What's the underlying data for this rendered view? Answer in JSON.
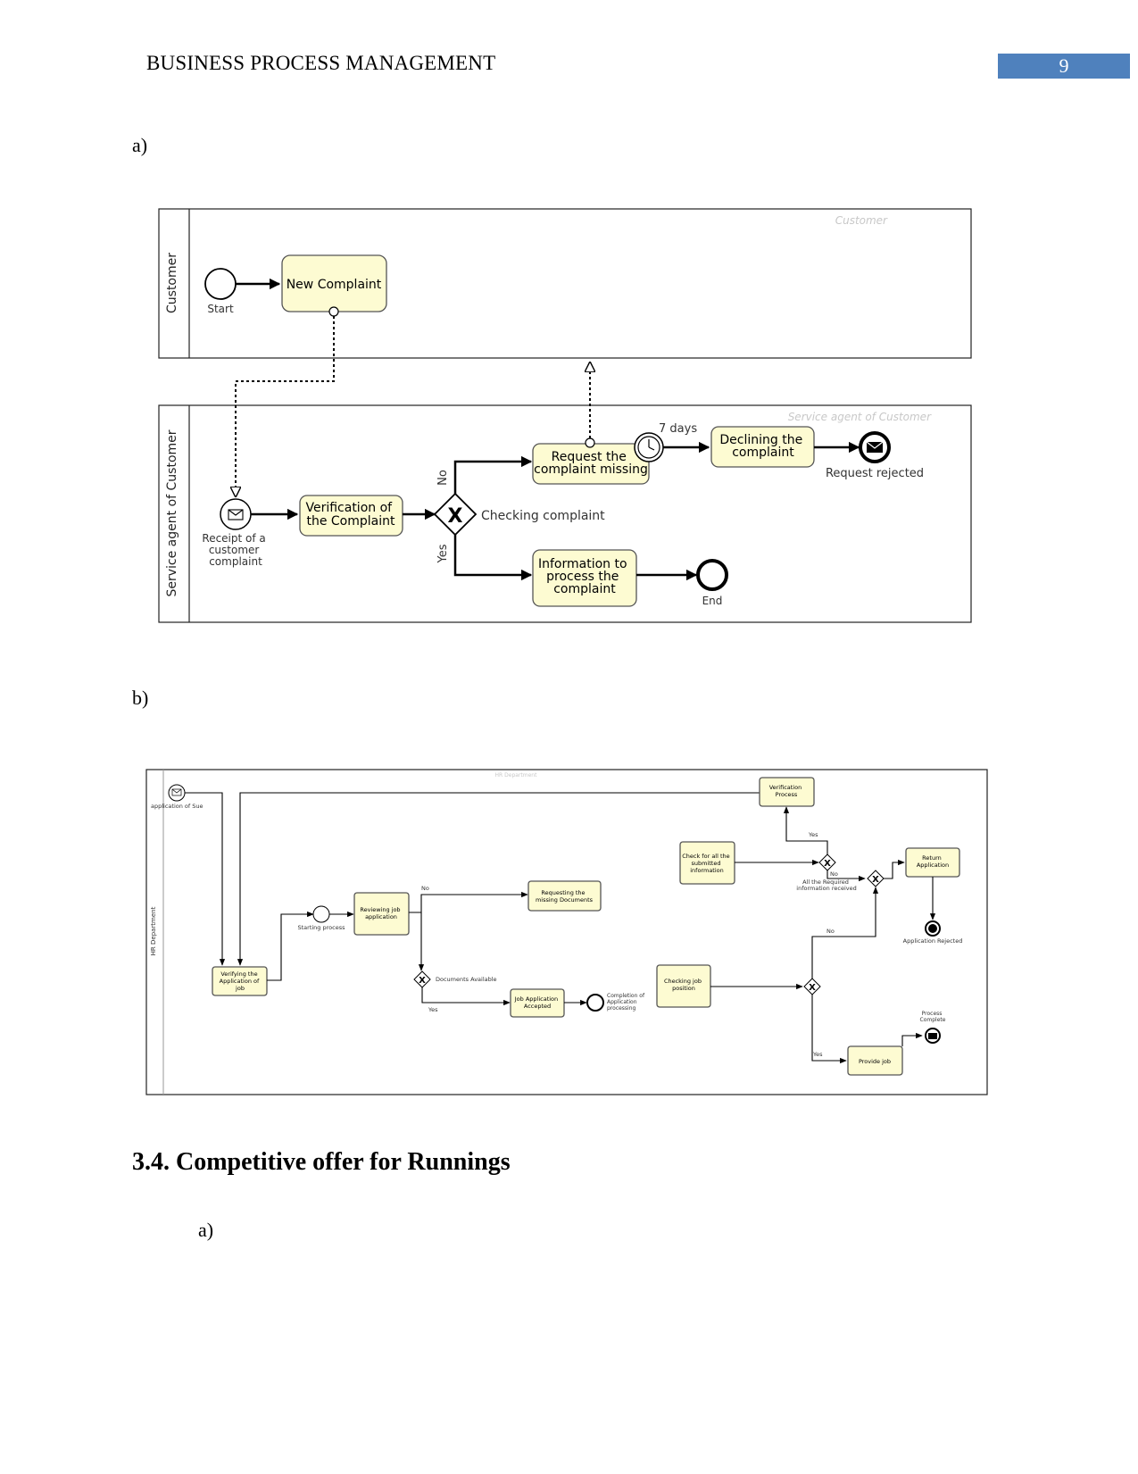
{
  "header": {
    "title": "BUSINESS PROCESS MANAGEMENT",
    "page_number": "9"
  },
  "label_a": "a)",
  "label_b": "b)",
  "section_heading": "3.4. Competitive offer for Runnings",
  "label_a2": "a)",
  "diagram_a": {
    "pool_customer": "Customer",
    "pool_customer_watermark": "Customer",
    "pool_agent": "Service agent of Customer",
    "pool_agent_watermark": "Service agent of Customer",
    "start_label": "Start",
    "task_new_complaint": "New Complaint",
    "receipt_label": [
      "Receipt of a",
      "customer",
      "complaint"
    ],
    "task_verification": [
      "Verification of",
      "the Complaint"
    ],
    "gateway_label": "Checking complaint",
    "no_label": "No",
    "yes_label": "Yes",
    "task_request": [
      "Request the",
      "complaint missing"
    ],
    "timer_label": "7 days",
    "task_declining": [
      "Declining the",
      "complaint"
    ],
    "rejected_label": "Request rejected",
    "task_information": [
      "Information to",
      "process the",
      "complaint"
    ],
    "end_label": "End"
  },
  "diagram_b": {
    "pool_label": "HR Department",
    "pool_watermark": "HR Department",
    "start_label": "application of Sue",
    "task_verifying": [
      "Verifying the",
      "Application of",
      "job"
    ],
    "starting_label": "Starting process",
    "task_reviewing": [
      "Reviewing job",
      "application"
    ],
    "no_label_1": "No",
    "task_requesting": [
      "Requesting the",
      "missing Documents"
    ],
    "docs_label": "Documents Available",
    "yes_label_1": "Yes",
    "task_accepted": [
      "Job Application",
      "Accepted"
    ],
    "completion_label": [
      "Completion of",
      "Application",
      "processing"
    ],
    "task_checking_position": [
      "Checking job",
      "position"
    ],
    "task_check_all": [
      "Check for all the",
      "submitted",
      "information"
    ],
    "task_verification": [
      "Verification",
      "Process"
    ],
    "yes_label_2": "Yes",
    "no_label_2": "No",
    "all_info_label": [
      "All the Required",
      "information received"
    ],
    "task_return": [
      "Return",
      "Application"
    ],
    "rejected_label": "Application Rejected",
    "no_label_3": "No",
    "yes_label_3": "Yes",
    "task_provide": "Provide job",
    "process_complete_label": [
      "Process",
      "Complete"
    ]
  }
}
